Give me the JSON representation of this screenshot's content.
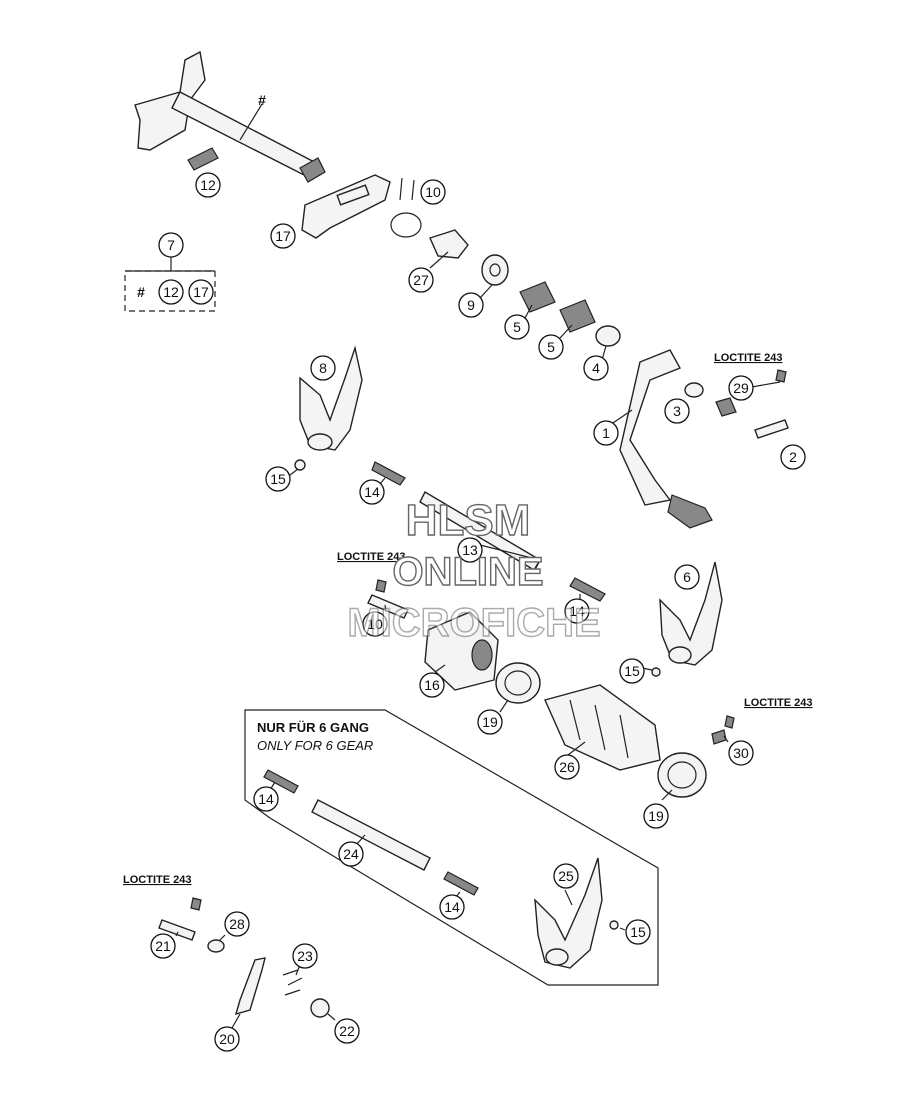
{
  "callouts": [
    {
      "id": "c-hash-top",
      "text": "#"
    },
    {
      "id": "c12a",
      "text": "12"
    },
    {
      "id": "c17a",
      "text": "17"
    },
    {
      "id": "c7",
      "text": "7"
    },
    {
      "id": "c-hash-set",
      "text": "#"
    },
    {
      "id": "c12b",
      "text": "12"
    },
    {
      "id": "c17b",
      "text": "17"
    },
    {
      "id": "c10a",
      "text": "10"
    },
    {
      "id": "c27",
      "text": "27"
    },
    {
      "id": "c9",
      "text": "9"
    },
    {
      "id": "c5a",
      "text": "5"
    },
    {
      "id": "c5b",
      "text": "5"
    },
    {
      "id": "c4",
      "text": "4"
    },
    {
      "id": "c3",
      "text": "3"
    },
    {
      "id": "c29",
      "text": "29"
    },
    {
      "id": "c1",
      "text": "1"
    },
    {
      "id": "c2",
      "text": "2"
    },
    {
      "id": "c8",
      "text": "8"
    },
    {
      "id": "c15a",
      "text": "15"
    },
    {
      "id": "c14a",
      "text": "14"
    },
    {
      "id": "c13",
      "text": "13"
    },
    {
      "id": "c10b",
      "text": "10"
    },
    {
      "id": "c14b",
      "text": "14"
    },
    {
      "id": "c6",
      "text": "6"
    },
    {
      "id": "c15b",
      "text": "15"
    },
    {
      "id": "c16",
      "text": "16"
    },
    {
      "id": "c19a",
      "text": "19"
    },
    {
      "id": "c26",
      "text": "26"
    },
    {
      "id": "c30",
      "text": "30"
    },
    {
      "id": "c19b",
      "text": "19"
    },
    {
      "id": "c14c",
      "text": "14"
    },
    {
      "id": "c24",
      "text": "24"
    },
    {
      "id": "c14d",
      "text": "14"
    },
    {
      "id": "c25",
      "text": "25"
    },
    {
      "id": "c15c",
      "text": "15"
    },
    {
      "id": "c21",
      "text": "21"
    },
    {
      "id": "c28",
      "text": "28"
    },
    {
      "id": "c23",
      "text": "23"
    },
    {
      "id": "c20",
      "text": "20"
    },
    {
      "id": "c22",
      "text": "22"
    }
  ],
  "notes": {
    "loctite_1": "LOCTITE 243",
    "loctite_2": "LOCTITE 243",
    "loctite_3": "LOCTITE 243",
    "loctite_4": "LOCTITE 243",
    "gear_de": "NUR FÜR 6 GANG",
    "gear_en": "ONLY FOR 6 GEAR"
  },
  "watermark": {
    "line1": "HLSM",
    "line2": "ONLINE",
    "line3": "MICROFICHE"
  }
}
